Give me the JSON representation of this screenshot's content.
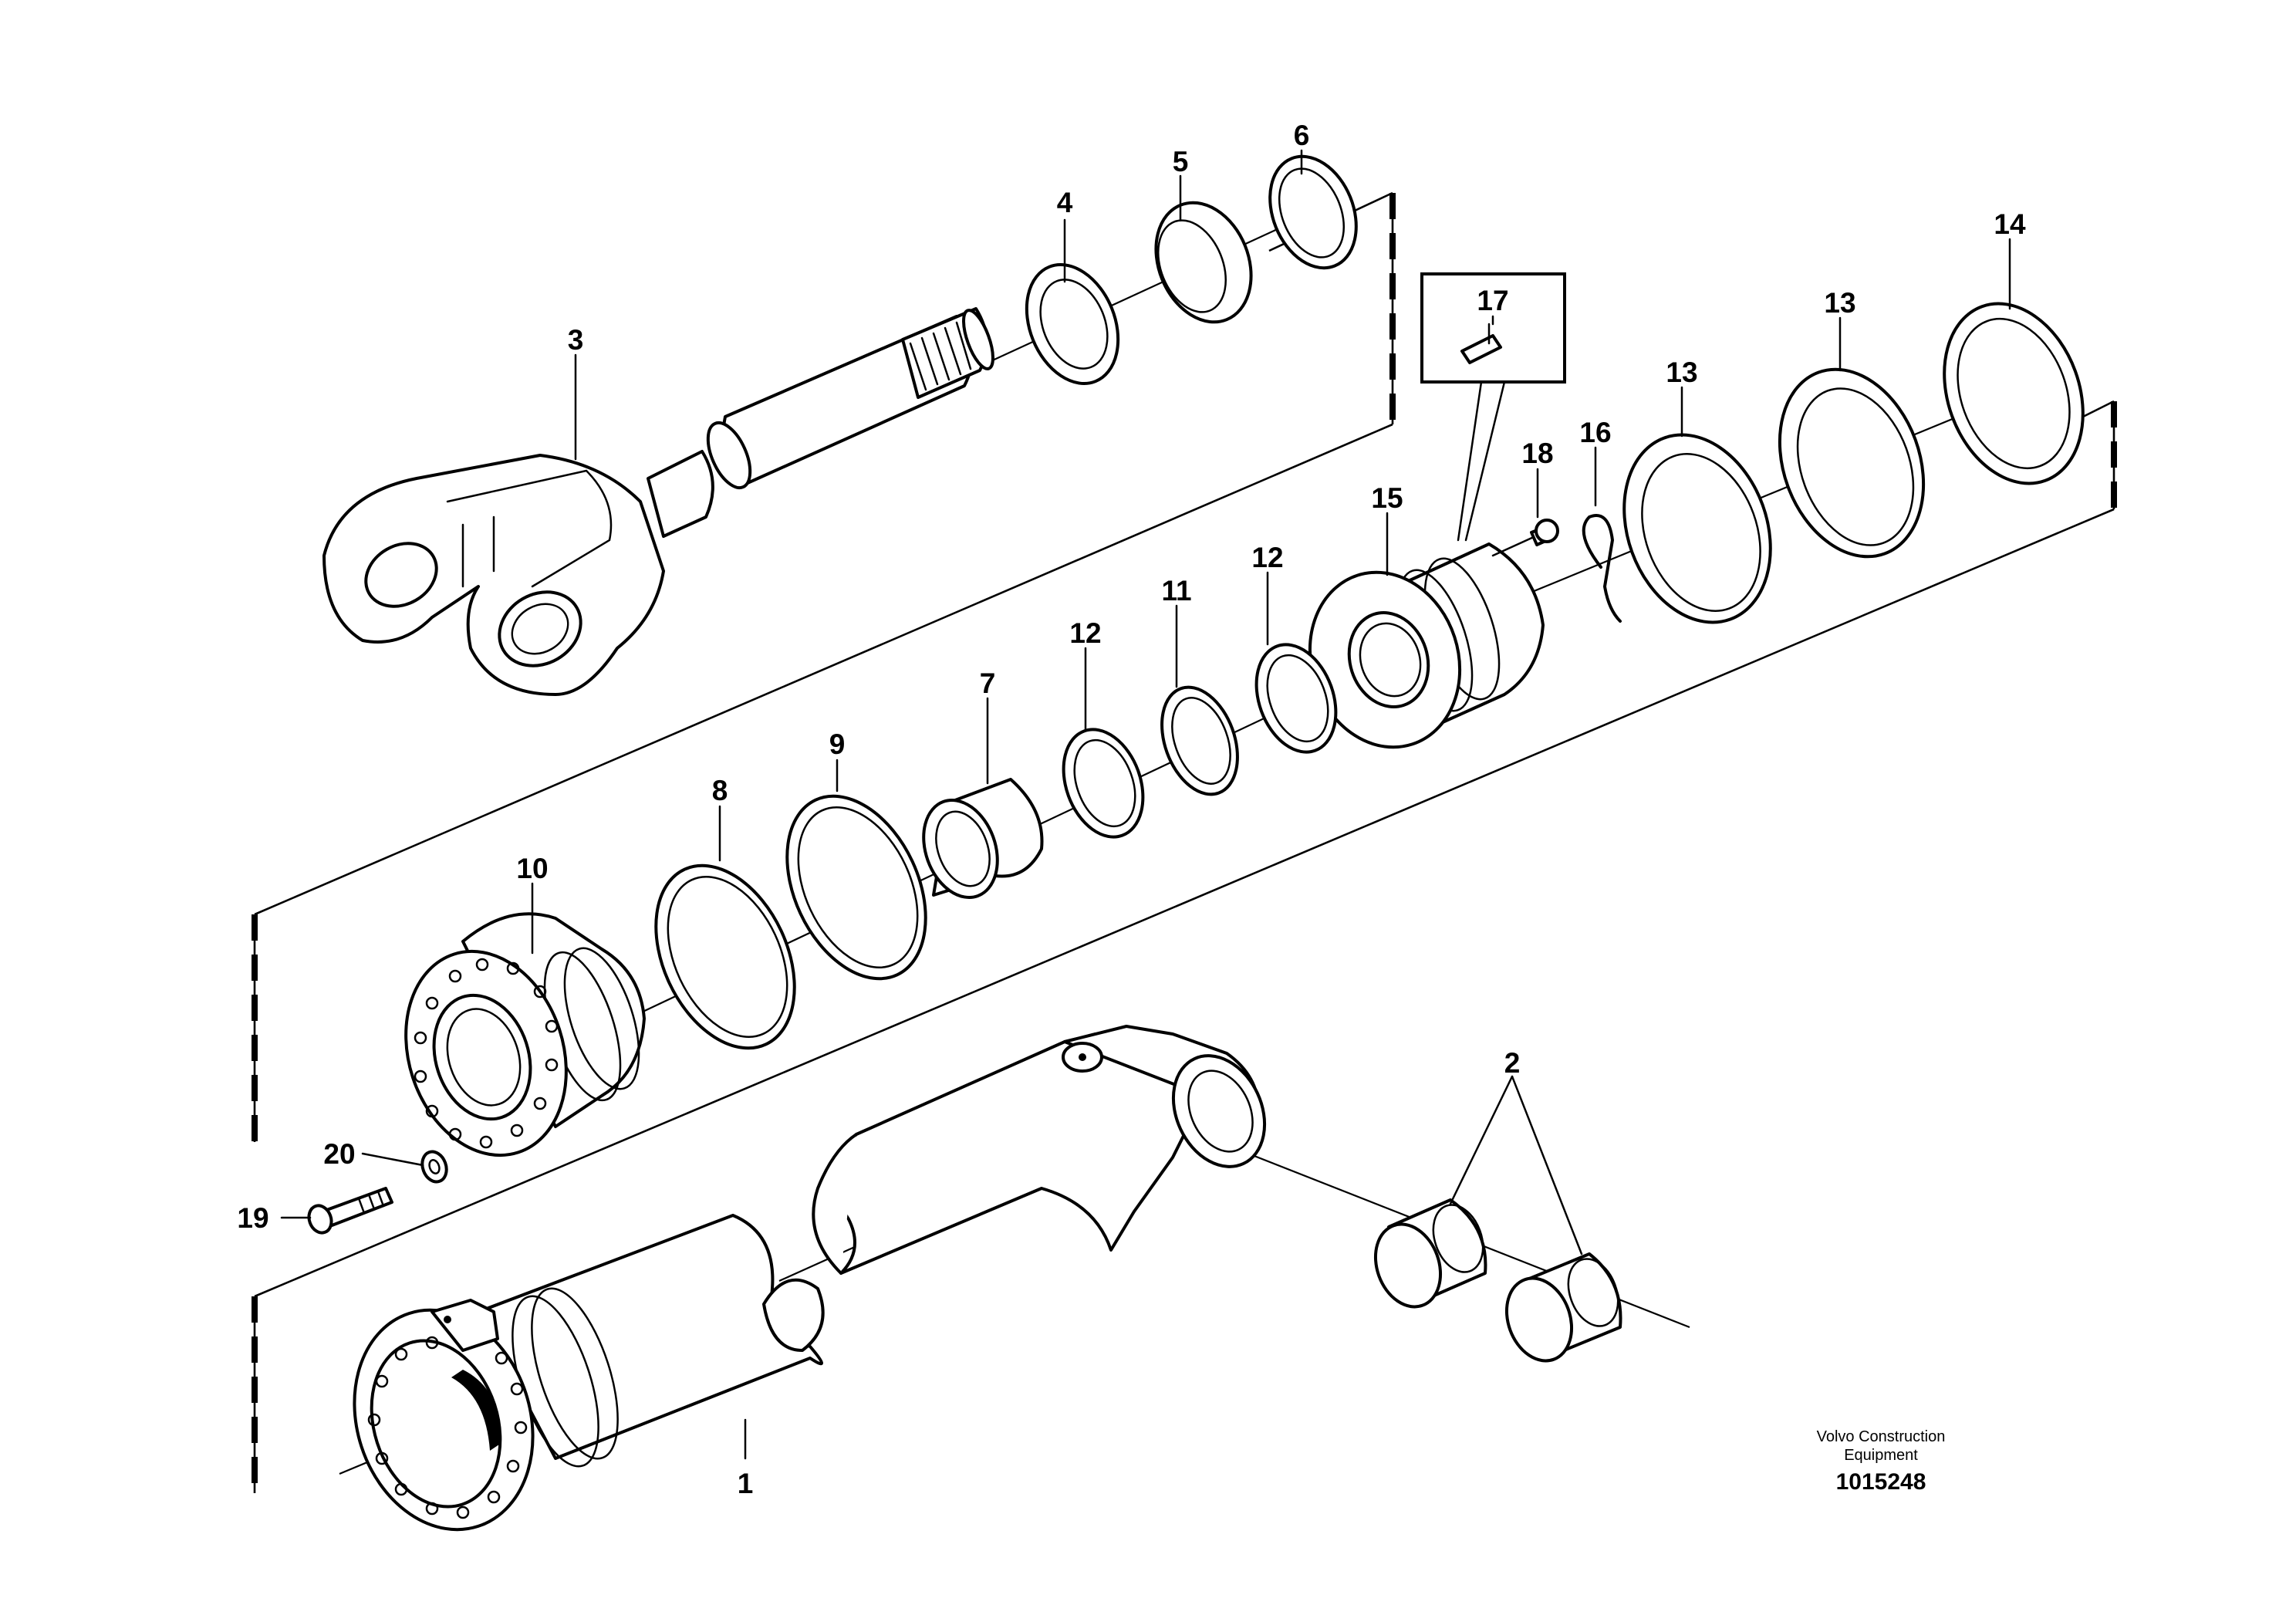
{
  "diagram": {
    "part_labels": [
      "1",
      "2",
      "3",
      "4",
      "5",
      "6",
      "7",
      "8",
      "9",
      "10",
      "11",
      "12",
      "12",
      "13",
      "13",
      "14",
      "15",
      "16",
      "17",
      "18",
      "19",
      "20"
    ]
  },
  "credit": {
    "line1": "Volvo Construction",
    "line2": "Equipment",
    "doc_number": "1015248"
  }
}
